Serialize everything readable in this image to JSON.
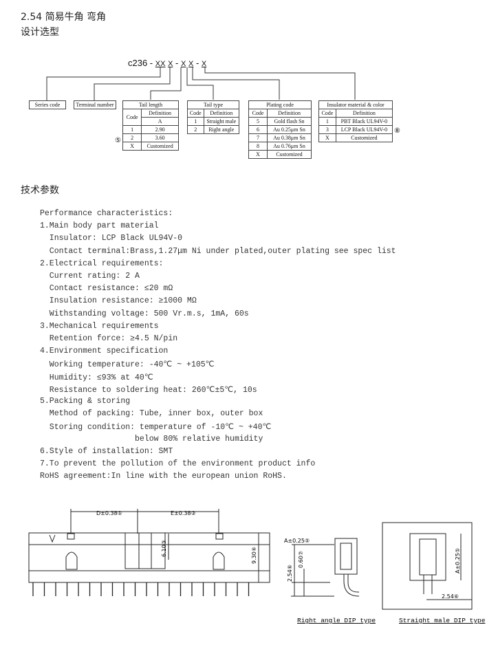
{
  "header": {
    "title": "2.54  简易牛角  弯角",
    "subtitle": "设计选型"
  },
  "part_code": {
    "prefix": "c236 -",
    "seg1": "XX",
    "seg2": "X",
    "dash1": "-",
    "seg3": "X",
    "seg4": "X",
    "dash2": "-",
    "seg5": "X"
  },
  "boxes": {
    "series": "Series code",
    "terminal": "Terminal number"
  },
  "tail_length": {
    "title": "Tail length",
    "head_code": "Code",
    "head_def": "Definition",
    "head_unit": "A",
    "rows": [
      [
        "1",
        "2.90"
      ],
      [
        "2",
        "3.60"
      ],
      [
        "X",
        "Customized"
      ]
    ],
    "marker": "⑤"
  },
  "tail_type": {
    "title": "Tail type",
    "head_code": "Code",
    "head_def": "Definition",
    "rows": [
      [
        "1",
        "Straight male"
      ],
      [
        "2",
        "Right angle"
      ]
    ]
  },
  "plating": {
    "title": "Plating code",
    "head_code": "Code",
    "head_def": "Definition",
    "rows": [
      [
        "5",
        "Gold flash Sn"
      ],
      [
        "6",
        "Au 0.25μm Sn"
      ],
      [
        "7",
        "Au 0.38μm Sn"
      ],
      [
        "8",
        "Au 0.76μm Sn"
      ],
      [
        "X",
        "Customized"
      ]
    ]
  },
  "insulator": {
    "title": "Insulator material & color",
    "head_code": "Code",
    "head_def": "Definition",
    "rows": [
      [
        "1",
        "PBT Black UL94V-0"
      ],
      [
        "3",
        "LCP Black UL94V-0"
      ],
      [
        "X",
        "Customized"
      ]
    ],
    "marker": "⑧"
  },
  "section2_title": "技术参数",
  "specs": [
    "Performance characteristics:",
    "1.Main body part material",
    "  Insulator: LCP Black UL94V-0",
    "  Contact terminal:Brass,1.27μm Ni under plated,outer plating see spec list",
    "2.Electrical requirements:",
    "  Current rating: 2 A",
    "  Contact resistance: ≤20 mΩ",
    "  Insulation resistance: ≥1000 MΩ",
    "  Withstanding voltage: 500 Vr.m.s, 1mA, 60s",
    "3.Mechanical requirements",
    "  Retention force: ≥4.5 N/pin",
    "4.Environment specification",
    "  Working temperature: -40℃ ~ +105℃",
    "  Humidity: ≤93% at 40℃",
    "  Resistance to soldering heat: 260℃±5℃, 10s",
    "5.Packing & storing",
    "  Method of packing: Tube, inner box, outer box",
    "  Storing condition: temperature of -10℃ ~ +40℃",
    "                    below 80% relative humidity",
    "6.Style of installation: SMT",
    "7.To prevent the pollution of the environment product info",
    "RoHS agreement:In line with the european union RoHS."
  ],
  "drawing": {
    "dim_d": "D±0.38①",
    "dim_e": "E±0.38②",
    "dim_610": "6.10③",
    "dim_930": "9.30④",
    "dim_a1": "A±0.25⑤",
    "dim_254a": "2.54⑥",
    "dim_060": "0.60⑦",
    "dim_a2": "A±0.25⑤",
    "dim_254b": "2.54⑥",
    "cap_right": "Right angle DIP type",
    "cap_straight": "Straight male DIP type"
  }
}
